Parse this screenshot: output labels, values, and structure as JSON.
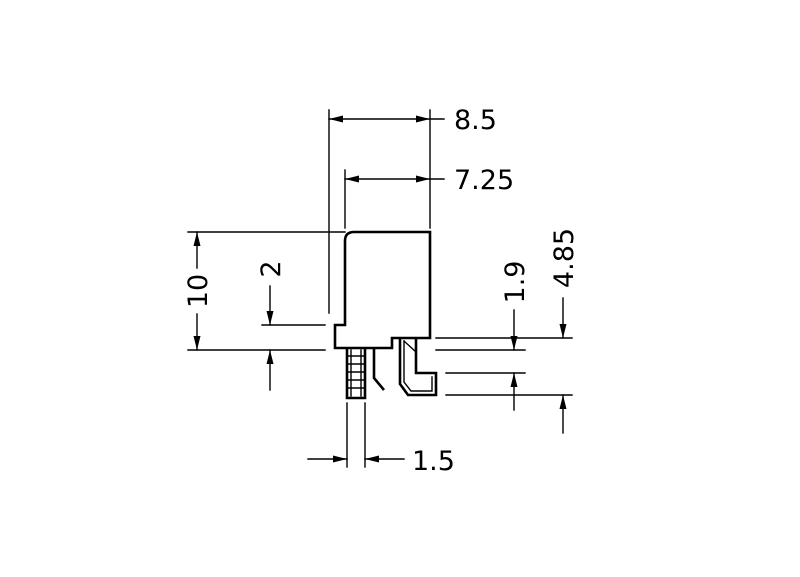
{
  "dimensions": {
    "overall_width": "8.5",
    "body_width": "7.25",
    "height": "10",
    "step": "2",
    "pin_offset": "1.9",
    "total_offset": "4.85",
    "pin_width": "1.5"
  },
  "colors": {
    "line": "#000000",
    "background": "#ffffff"
  }
}
